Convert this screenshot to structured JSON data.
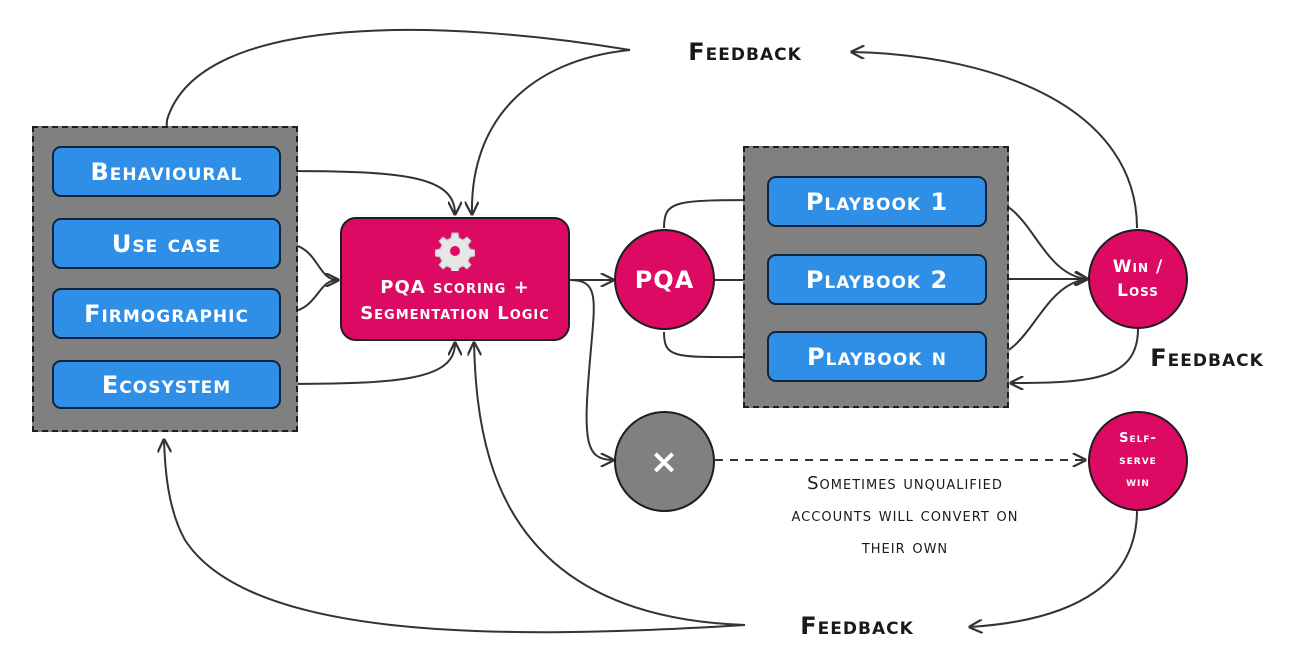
{
  "diagram": {
    "inputs": [
      {
        "id": "behavioural",
        "label": "Behavioural"
      },
      {
        "id": "use-case",
        "label": "Use case"
      },
      {
        "id": "firmographic",
        "label": "Firmographic"
      },
      {
        "id": "ecosystem",
        "label": "Ecosystem"
      }
    ],
    "scoring": {
      "icon": "gear-icon",
      "line1": "PQA scoring +",
      "line2": "Segmentation Logic"
    },
    "pqa": {
      "label": "PQA"
    },
    "playbooks": [
      {
        "id": "playbook-1",
        "label": "Playbook 1"
      },
      {
        "id": "playbook-2",
        "label": "Playbook 2"
      },
      {
        "id": "playbook-n",
        "label": "Playbook n"
      }
    ],
    "win_loss": {
      "line1": "Win /",
      "line2": "Loss"
    },
    "unqualified": {
      "icon": "x-icon",
      "label": "×"
    },
    "self_serve": {
      "line1": "Self-",
      "line2": "serve",
      "line3": "win"
    },
    "annotation": {
      "line1": "Sometimes unqualified",
      "line2": "accounts will convert on",
      "line3": "their own"
    },
    "feedback_labels": {
      "top": "Feedback",
      "right": "Feedback",
      "bottom": "Feedback"
    },
    "colors": {
      "input_blue": "#2f8fe6",
      "accent_pink": "#dc0a62",
      "group_grey": "#808080",
      "line": "#333333"
    },
    "edges": [
      {
        "from": "behavioural",
        "to": "scoring"
      },
      {
        "from": "use-case",
        "to": "scoring"
      },
      {
        "from": "firmographic",
        "to": "scoring"
      },
      {
        "from": "ecosystem",
        "to": "scoring"
      },
      {
        "from": "scoring",
        "to": "pqa"
      },
      {
        "from": "scoring",
        "to": "unqualified"
      },
      {
        "from": "pqa",
        "to": "playbook-1"
      },
      {
        "from": "pqa",
        "to": "playbook-2"
      },
      {
        "from": "pqa",
        "to": "playbook-n"
      },
      {
        "from": "playbook-1",
        "to": "win_loss"
      },
      {
        "from": "playbook-2",
        "to": "win_loss"
      },
      {
        "from": "playbook-n",
        "to": "win_loss"
      },
      {
        "from": "win_loss",
        "to": "playbooks",
        "label": "Feedback"
      },
      {
        "from": "win_loss",
        "to": "feedback-top"
      },
      {
        "from": "feedback-top",
        "to": "inputs"
      },
      {
        "from": "feedback-top",
        "to": "scoring"
      },
      {
        "from": "unqualified",
        "to": "self_serve",
        "style": "dashed"
      },
      {
        "from": "self_serve",
        "to": "feedback-bottom"
      },
      {
        "from": "feedback-bottom",
        "to": "inputs"
      },
      {
        "from": "feedback-bottom",
        "to": "scoring"
      }
    ]
  }
}
